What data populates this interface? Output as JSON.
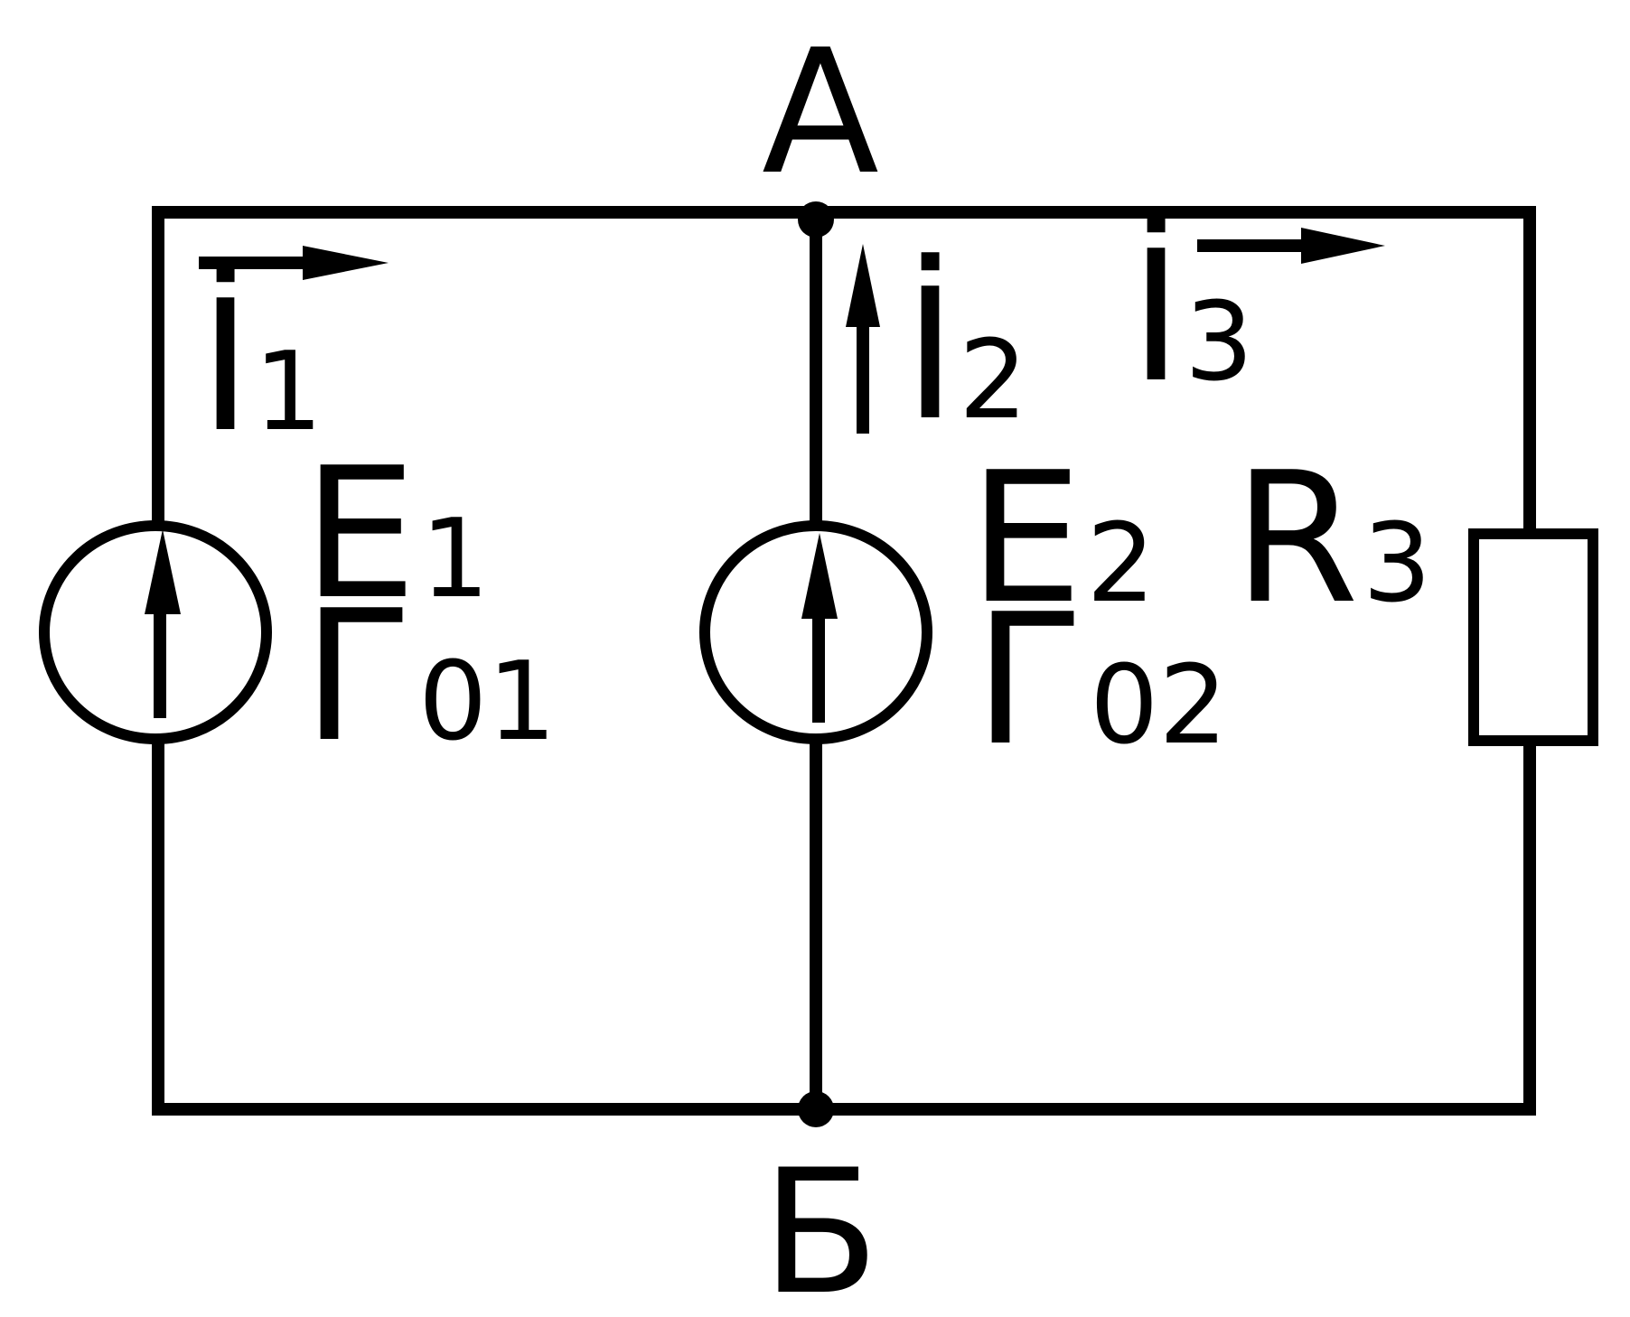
{
  "nodes": {
    "top": "А",
    "bottom": "Б"
  },
  "currents": [
    {
      "main": "İ",
      "sub": "1"
    },
    {
      "main": "İ",
      "sub": "2"
    },
    {
      "main": "İ",
      "sub": "3"
    }
  ],
  "sources": [
    {
      "emf": "E",
      "emf_sub": "1",
      "res": "Г",
      "res_sub": "01"
    },
    {
      "emf": "E",
      "emf_sub": "2",
      "res": "Г",
      "res_sub": "02"
    }
  ],
  "resistor": {
    "main": "R",
    "sub": "3"
  },
  "colors": {
    "ink": "#000000",
    "background": "#ffffff"
  }
}
